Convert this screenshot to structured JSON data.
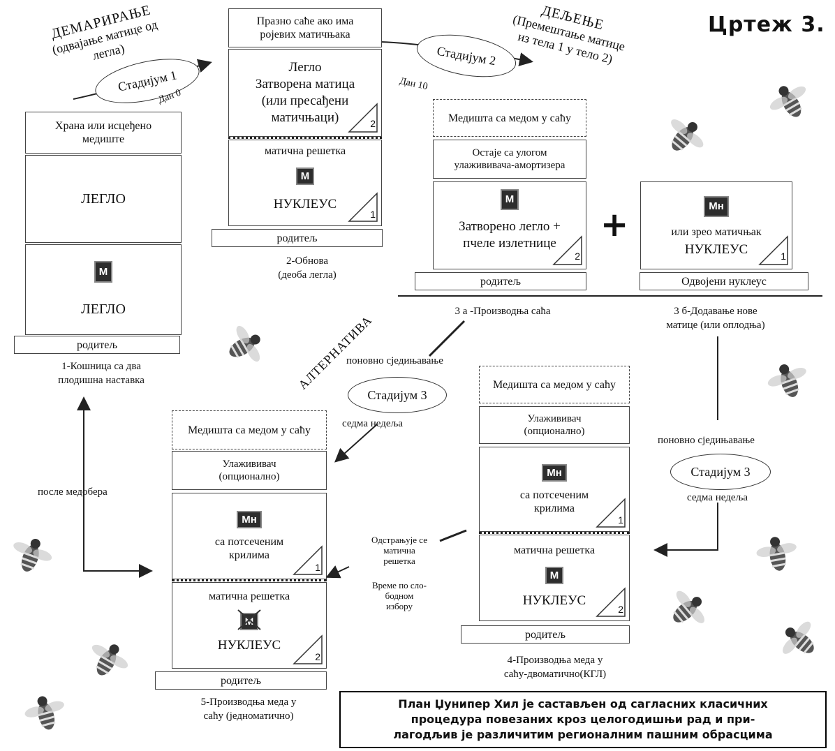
{
  "figure_title": "Цртеж 3.",
  "header_left": {
    "line1": "ДЕМАРИРАЊЕ",
    "line2": "(одвајање матице од",
    "line3": "легла)"
  },
  "header_right": {
    "line1": "ДЕЉЕЊЕ",
    "line2": "(Премештање матице",
    "line3": "из тела 1 у тело 2)"
  },
  "stage1": {
    "label": "Стадијум 1",
    "day": "Дан 0"
  },
  "stage2": {
    "label": "Стадијум 2",
    "day": "Дан 10"
  },
  "alternative_label": "АЛТЕРНАТИВА",
  "hive1": {
    "food": "Храна или исцеђено медиште",
    "brood_top": "ЛЕГЛО",
    "queen": "M",
    "brood_bottom": "ЛЕГЛО",
    "base": "родитељ",
    "caption": "1-Кошница са два плодишна наставка"
  },
  "hive2": {
    "top": "Празно саће ако има ројевих матичњака",
    "brood": [
      "Легло",
      "Затворена матица",
      "(или пресађени",
      "матичњаци)"
    ],
    "number_top": "2",
    "grid": "матична решетка",
    "queen": "M",
    "nucleus": "НУКЛЕУС",
    "number_bottom": "1",
    "base": "родитељ",
    "caption_1": "2-Обнова",
    "caption_2": "(деоба легла)"
  },
  "hive3a": {
    "honey": "Медишта са медом у саћу",
    "damper": "Остаје са улогом улажививача-амортизера",
    "queen": "M",
    "brood": "Затворено легло + пчеле излетнице",
    "number": "2",
    "base": "родитељ",
    "caption": "3 а -Производња саћа"
  },
  "plus": "+",
  "hive3b": {
    "queen": "Мн",
    "text": "или зрео матичњак",
    "nucleus": "НУКЛЕУС",
    "number": "1",
    "base": "Одвојени нуклеус",
    "caption_1": "3 б-Додавање нове",
    "caption_2": "матице (или оплодња)"
  },
  "reunite_left": "поновно сједињавање",
  "stage3_left": {
    "label": "Стадијум 3",
    "week": "седма недеља"
  },
  "reunite_right": "поновно сједињавање",
  "stage3_right": {
    "label": "Стадијум 3",
    "week": "седма недеља"
  },
  "after_harvest": "после медобера",
  "hive4": {
    "honey": "Медишта са медом у саћу",
    "damper_1": "Улажививач",
    "damper_2": "(опционално)",
    "queen_top": "Мн",
    "text_top": "са потсеченим крилима",
    "number_top": "1",
    "grid": "матична решетка",
    "queen_bottom": "M",
    "nucleus": "НУКЛЕУС",
    "number_bottom": "2",
    "base": "родитељ",
    "caption_1": "4-Производња меда у",
    "caption_2": "саћу-двоматично(КГЛ)"
  },
  "middle_note": {
    "line1": "Одстрањује се",
    "line2": "матична",
    "line3": "решетка",
    "line4": "Време по сло-",
    "line5": "бодном",
    "line6": "избору"
  },
  "hive5": {
    "honey": "Медишта са медом у саћу",
    "damper_1": "Улажививач",
    "damper_2": "(опционално)",
    "queen_top": "Мн",
    "text_top": "са потсеченим крилима",
    "number_top": "1",
    "grid": "матична решетка",
    "queen_bottom": "M",
    "nucleus": "НУКЛЕУС",
    "number_bottom": "2",
    "base": "родитељ",
    "caption_1": "5-Производња меда у",
    "caption_2": "саћу (једноматично)"
  },
  "footer": {
    "line1": "План Џунипер Хил је састављен од сагласних класичних",
    "line2": "процедура повезаних кроз целогодишњи рад и при-",
    "line3": "лагодљив је различитим регионалним пашним обрасцима"
  }
}
